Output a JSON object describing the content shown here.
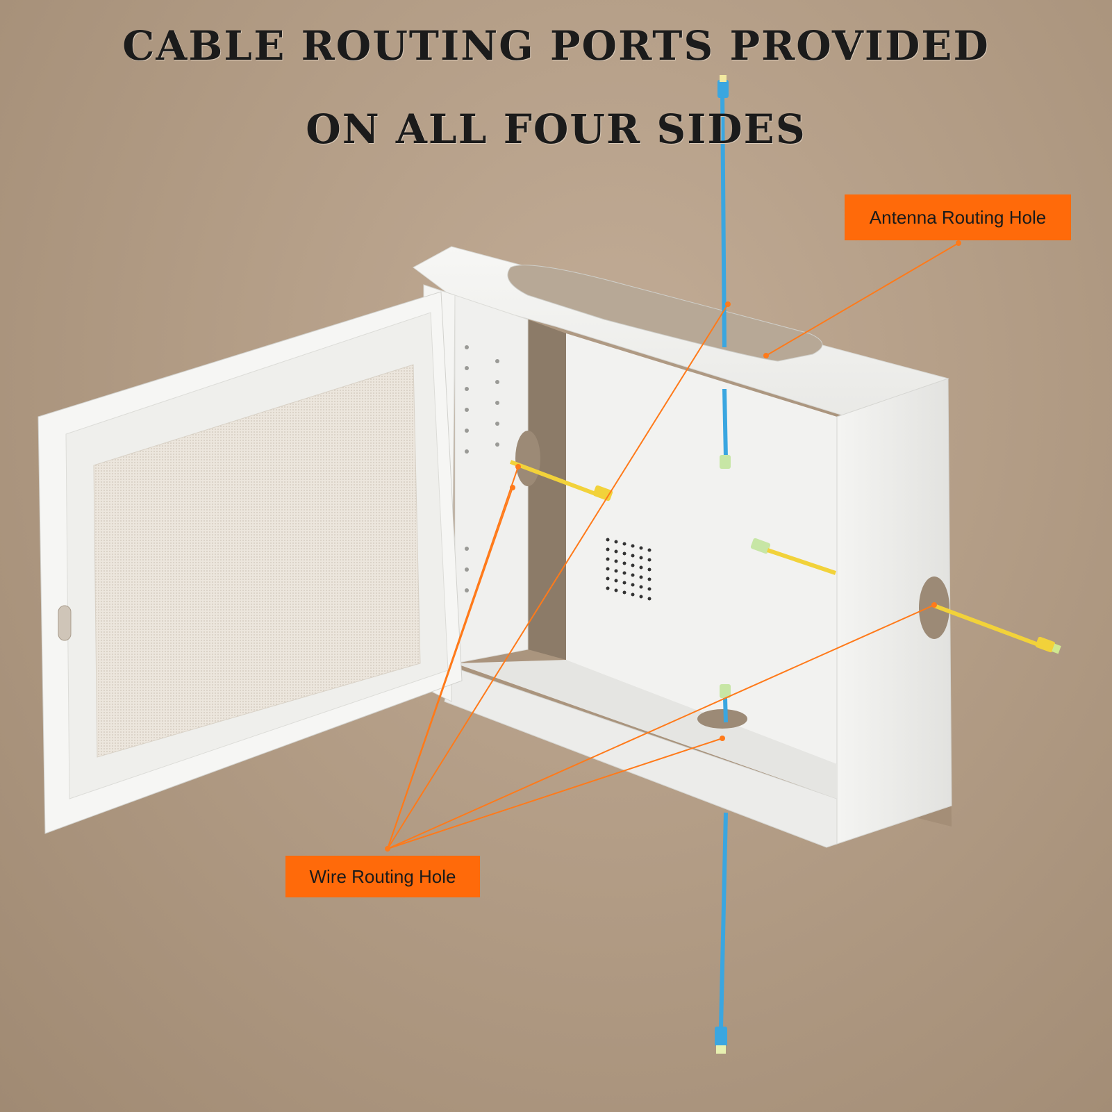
{
  "headline": {
    "line1": "CABLE ROUTING PORTS PROVIDED",
    "line2": "ON ALL FOUR SIDES"
  },
  "callouts": {
    "antenna": "Antenna Routing Hole",
    "wire": "Wire Routing Hole"
  },
  "colors": {
    "callout_bg": "#ff6a0a",
    "leader_line": "#ff7a1a",
    "cable_blue": "#3aa6e0",
    "cable_yellow": "#f2d23a"
  }
}
